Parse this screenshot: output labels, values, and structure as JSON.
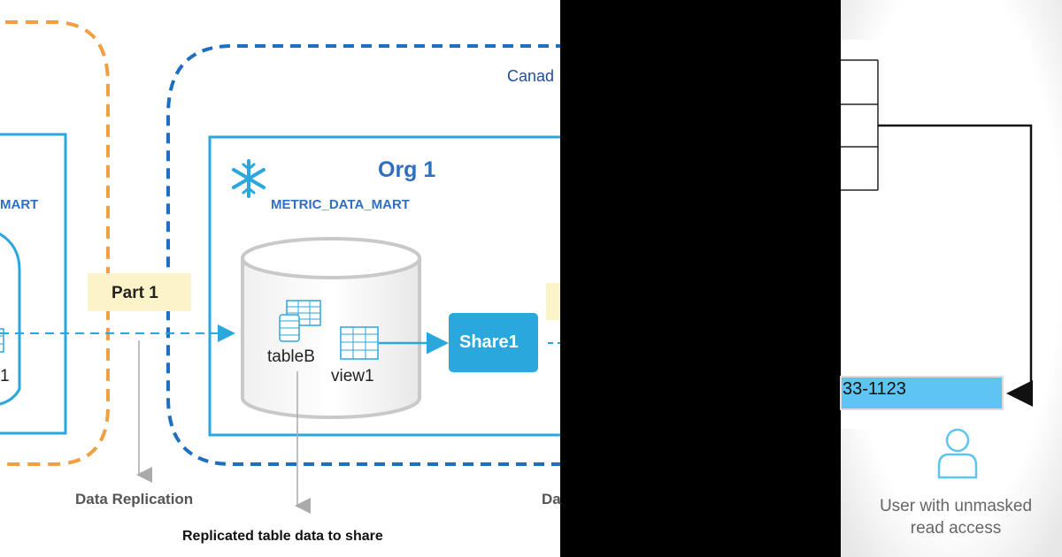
{
  "left_panel": {
    "region_label": "Canad",
    "org_title": "Org 1",
    "database_name": "METRIC_DATA_MART",
    "left_database_name": "MART",
    "part_label": "Part 1",
    "share_label": "Share1",
    "table_label": "tableB",
    "view_label": "view1",
    "left_view_fragment": "1",
    "data_replication_label": "Data Replication",
    "data_label_fragment": "Da",
    "replicated_caption": "Replicated table data to share"
  },
  "right_panel": {
    "masked_value": "33-1123",
    "user_caption_line1": "User with unmasked",
    "user_caption_line2": "read access"
  },
  "colors": {
    "orange_boundary": "#f0a040",
    "blue_boundary": "#1f6fc0",
    "box_border": "#2aa7dc",
    "share_fill": "#2aa7dc",
    "part_label_bg": "#fdf3c8",
    "masked_field_bg": "#5ec4f2",
    "user_icon": "#5ec4f2",
    "divider": "#000000"
  },
  "icons": [
    "snowflake-icon",
    "table-icon",
    "view-grid-icon",
    "database-cylinder-icon",
    "user-icon"
  ]
}
